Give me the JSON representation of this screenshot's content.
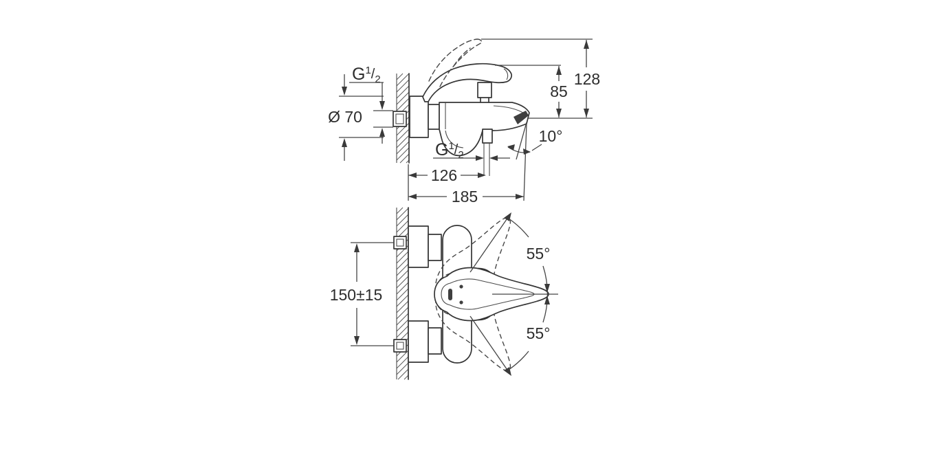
{
  "colors": {
    "background": "#ffffff",
    "object_line": "#353535",
    "dimension_line": "#454545",
    "text": "#2d2d2d"
  },
  "side_view": {
    "thread_top": {
      "g": "G",
      "sup": "1",
      "slash": "/",
      "sub": "2"
    },
    "escutcheon_diameter": "Ø 70",
    "height_to_spout": "85",
    "height_total": "128",
    "spout_angle": "10°",
    "thread_bottom": {
      "g": "G",
      "sup": "1",
      "slash": "/",
      "sub": "2"
    },
    "projection_to_outlet": "126",
    "projection_total": "185"
  },
  "plan_view": {
    "connection_spacing": "150±15",
    "swivel_angle_up": "55°",
    "swivel_angle_down": "55°"
  }
}
